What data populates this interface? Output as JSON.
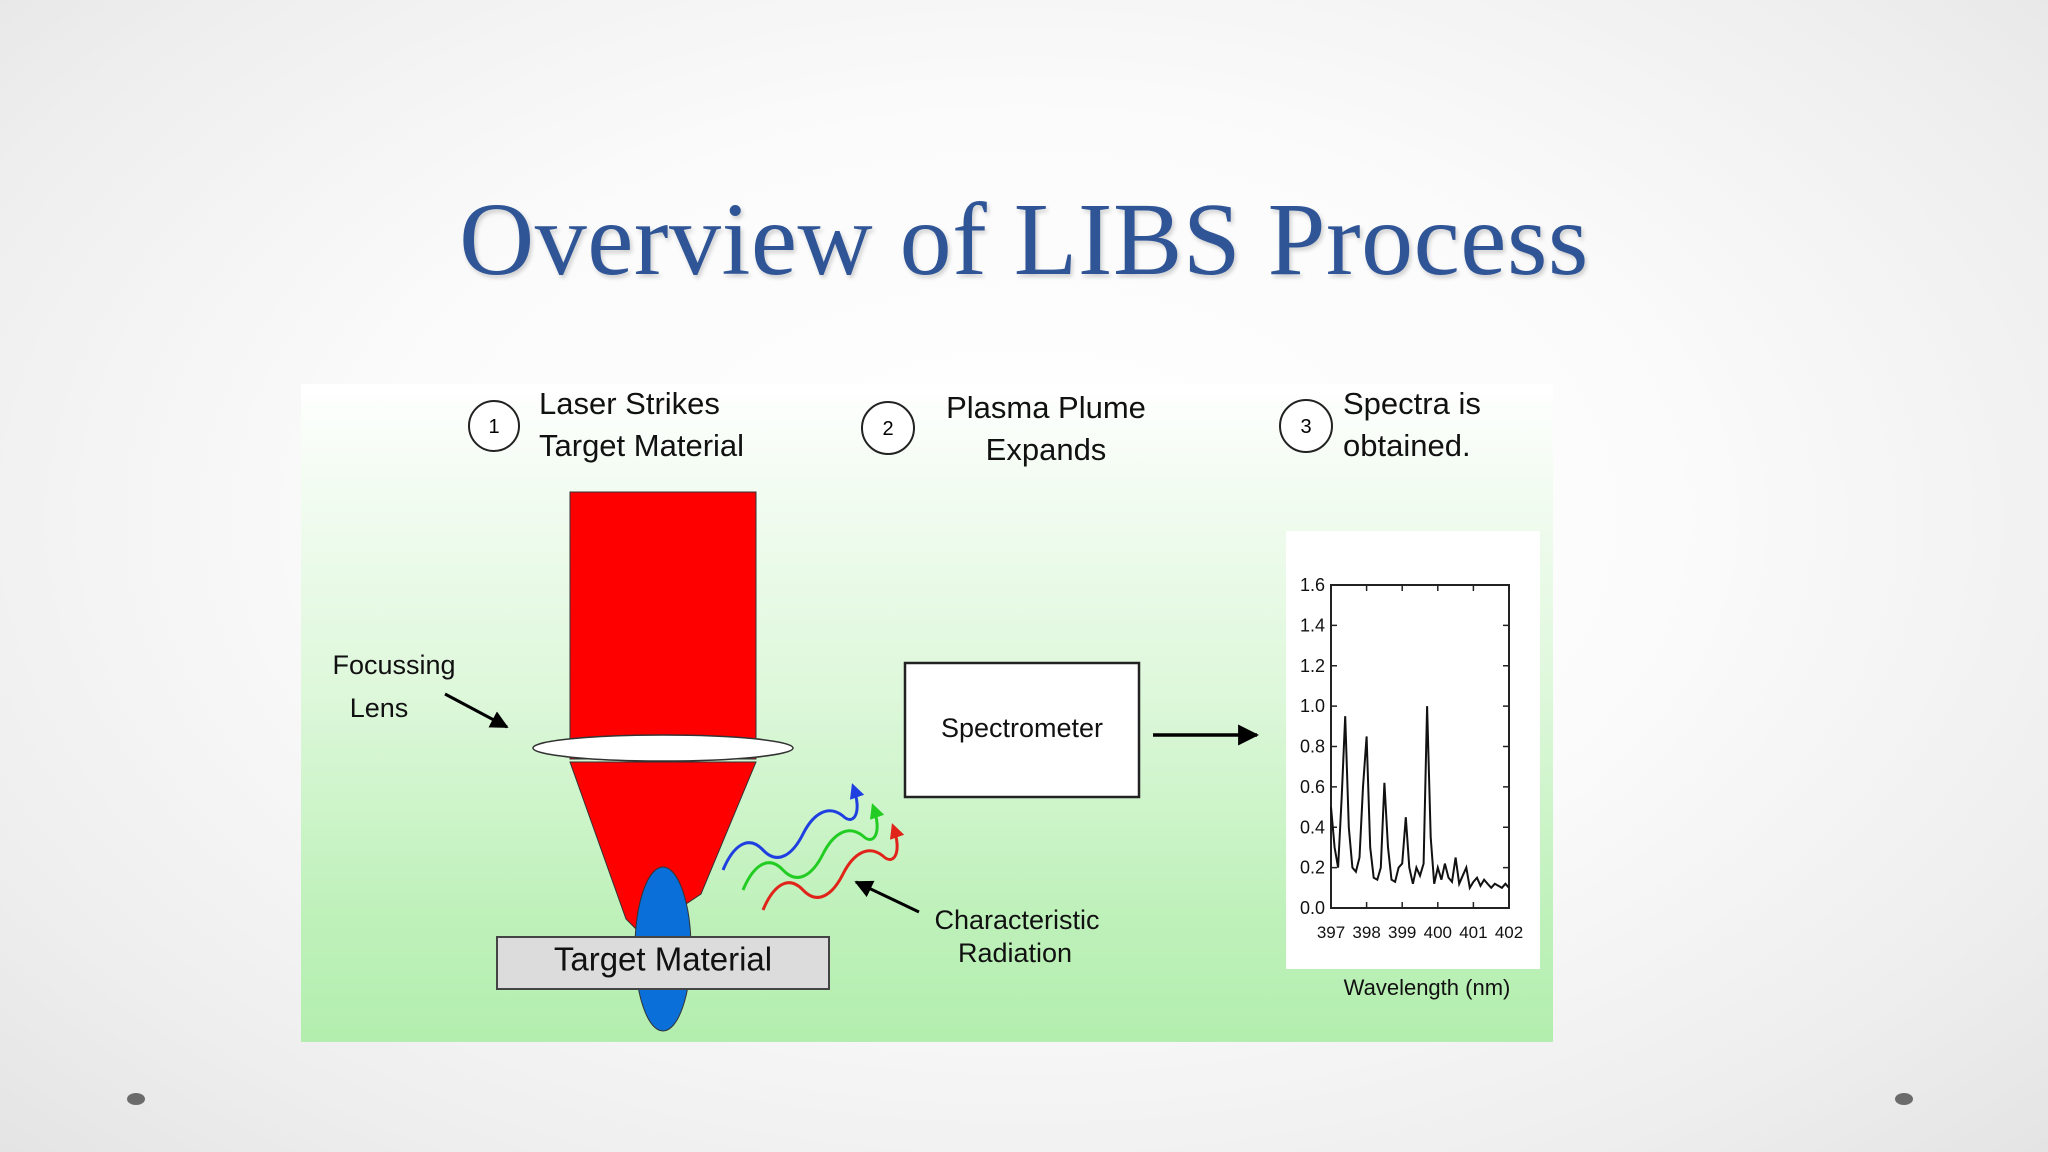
{
  "slide": {
    "title": "Overview of LIBS Process"
  },
  "diagram": {
    "steps": [
      {
        "number": "1",
        "line1": "Laser Strikes",
        "line2": "Target Material"
      },
      {
        "number": "2",
        "line1": "Plasma Plume",
        "line2": "Expands"
      },
      {
        "number": "3",
        "line1": "Spectra is",
        "line2": "obtained."
      }
    ],
    "lens_label_line1": "Focussing",
    "lens_label_line2": "Lens",
    "target_label": "Target Material",
    "spectrometer_label": "Spectrometer",
    "radiation_label_line1": "Characteristic",
    "radiation_label_line2": "Radiation",
    "colors": {
      "laser": "#ff0000",
      "plume": "#0a6fd8",
      "wave_blue": "#1f3fe0",
      "wave_green": "#22cc22",
      "wave_red": "#e0241a",
      "title": "#2f5597"
    }
  },
  "chart_data": {
    "type": "line",
    "xlabel": "Wavelength (nm)",
    "ylabel": "",
    "xlim": [
      397,
      402
    ],
    "ylim": [
      0.0,
      1.6
    ],
    "x_ticks": [
      "397",
      "398",
      "399",
      "400",
      "401",
      "402"
    ],
    "y_ticks": [
      "0.0",
      "0.2",
      "0.4",
      "0.6",
      "0.8",
      "1.0",
      "1.2",
      "1.4",
      "1.6"
    ],
    "series": [
      {
        "x": [
          397.0,
          397.1,
          397.2,
          397.3,
          397.4,
          397.5,
          397.6,
          397.7,
          397.8,
          397.9,
          398.0,
          398.1,
          398.2,
          398.3,
          398.4,
          398.5,
          398.6,
          398.7,
          398.8,
          398.9,
          399.0,
          399.1,
          399.2,
          399.3,
          399.4,
          399.5,
          399.6,
          399.7,
          399.8,
          399.9,
          400.0,
          400.1,
          400.2,
          400.3,
          400.4,
          400.5,
          400.6,
          400.7,
          400.8,
          400.9,
          401.0,
          401.1,
          401.2,
          401.3,
          401.4,
          401.5,
          401.6,
          401.7,
          401.8,
          401.9,
          402.0
        ],
        "y": [
          0.5,
          0.3,
          0.2,
          0.55,
          0.95,
          0.4,
          0.2,
          0.18,
          0.25,
          0.6,
          0.85,
          0.3,
          0.15,
          0.14,
          0.2,
          0.62,
          0.3,
          0.14,
          0.13,
          0.2,
          0.22,
          0.45,
          0.2,
          0.12,
          0.2,
          0.16,
          0.22,
          1.0,
          0.35,
          0.12,
          0.2,
          0.14,
          0.22,
          0.15,
          0.13,
          0.25,
          0.12,
          0.16,
          0.2,
          0.1,
          0.13,
          0.15,
          0.11,
          0.14,
          0.12,
          0.1,
          0.12,
          0.11,
          0.1,
          0.12,
          0.1
        ]
      }
    ]
  }
}
